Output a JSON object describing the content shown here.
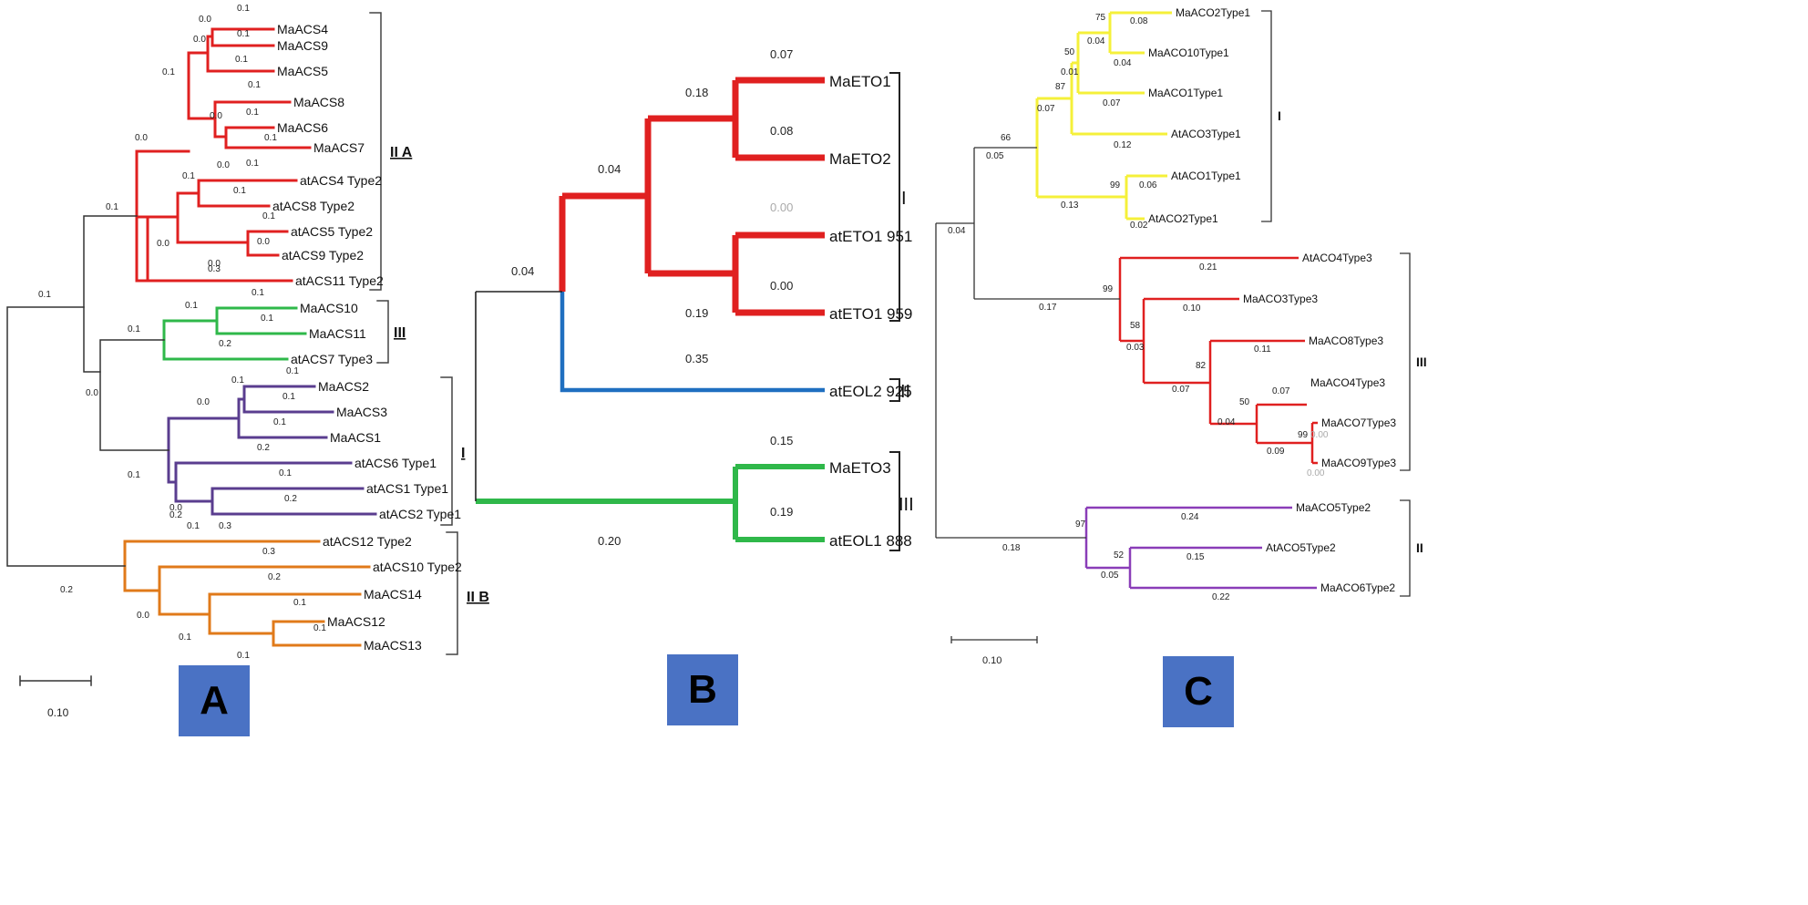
{
  "panels": {
    "A": {
      "badge": "A",
      "scale_label": "0.10",
      "leaves": {
        "MaACS4": "MaACS4",
        "MaACS9": "MaACS9",
        "MaACS5": "MaACS5",
        "MaACS8": "MaACS8",
        "MaACS6": "MaACS6",
        "MaACS7": "MaACS7",
        "atACS4": "atACS4 Type2",
        "atACS8": "atACS8 Type2",
        "atACS5": "atACS5 Type2",
        "atACS9": "atACS9 Type2",
        "atACS11": "atACS11 Type2",
        "MaACS10": "MaACS10",
        "MaACS11": "MaACS11",
        "atACS7": "atACS7 Type3",
        "MaACS2": "MaACS2",
        "MaACS3": "MaACS3",
        "MaACS1": "MaACS1",
        "atACS6": "atACS6 Type1",
        "atACS1": "atACS1 Type1",
        "atACS2": "atACS2 Type1",
        "atACS12": "atACS12 Type2",
        "atACS10": "atACS10 Type2",
        "MaACS14": "MaACS14",
        "MaACS12": "MaACS12",
        "MaACS13": "MaACS13"
      },
      "groups": {
        "IIA": "II A",
        "III": "III",
        "I": "I",
        "IIB": "II B"
      },
      "branch_labels": [
        "0.1",
        "0.0",
        "0.1",
        "0.0",
        "0.1",
        "0.1",
        "0.1",
        "0.0",
        "0.1",
        "0.1",
        "0.0",
        "0.1",
        "0.0",
        "0.1",
        "0.1",
        "0.0",
        "0.1",
        "0.1",
        "0.0",
        "0.0",
        "0.3",
        "0.1",
        "0.1",
        "0.1",
        "0.1",
        "0.1",
        "0.2",
        "0.1",
        "0.1",
        "0.0",
        "0.1",
        "0.0",
        "0.1",
        "0.1",
        "0.2",
        "0.1",
        "0.2",
        "0.0",
        "0.2",
        "0.1",
        "0.3",
        "0.2",
        "0.3",
        "0.2",
        "0.0",
        "0.1",
        "0.1",
        "0.1",
        "0.1",
        "0.1"
      ]
    },
    "B": {
      "badge": "B",
      "leaves": {
        "MaETO1": "MaETO1",
        "MaETO2": "MaETO2",
        "atETO1_951": "atETO1 951",
        "atETO1_959": "atETO1 959",
        "atEOL2": "atEOL2 925",
        "MaETO3": "MaETO3",
        "atEOL1": "atEOL1 888"
      },
      "groups": {
        "I": "I",
        "II": "II",
        "III": "III"
      },
      "branch_labels": [
        "0.07",
        "0.18",
        "0.08",
        "0.04",
        "0.00",
        "0.04",
        "0.00",
        "0.19",
        "0.35",
        "0.15",
        "0.19",
        "0.20"
      ]
    },
    "C": {
      "badge": "C",
      "scale_label": "0.10",
      "leaves": {
        "MaACO2": "MaACO2Type1",
        "MaACO10": "MaACO10Type1",
        "MaACO1": "MaACO1Type1",
        "AtACO3": "AtACO3Type1",
        "AtACO1": "AtACO1Type1",
        "AtACO2": "AtACO2Type1",
        "AtACO4": "AtACO4Type3",
        "MaACO3": "MaACO3Type3",
        "MaACO8": "MaACO8Type3",
        "MaACO4": "MaACO4Type3",
        "MaACO7": "MaACO7Type3",
        "MaACO9": "MaACO9Type3",
        "MaACO5": "MaACO5Type2",
        "AtACO5": "AtACO5Type2",
        "MaACO6": "MaACO6Type2"
      },
      "groups": {
        "I": "I",
        "III": "III",
        "II": "II"
      },
      "branch_labels": [
        "75",
        "0.08",
        "50",
        "0.04",
        "0.04",
        "0.01",
        "87",
        "0.07",
        "0.07",
        "66",
        "0.05",
        "0.12",
        "99",
        "0.06",
        "0.13",
        "0.02",
        "0.04",
        "0.21",
        "99",
        "0.17",
        "0.10",
        "58",
        "0.03",
        "0.11",
        "82",
        "0.07",
        "0.07",
        "50",
        "0.04",
        "99",
        "0.00",
        "0.09",
        "0.00",
        "97",
        "0.24",
        "0.18",
        "52",
        "0.15",
        "0.05",
        "0.22"
      ]
    }
  },
  "colors": {
    "red": "#e02020",
    "green": "#2fb84a",
    "purple": "#5a3d8f",
    "orange": "#e07a1a",
    "blue": "#1f6fc0",
    "yellow": "#f5f03a",
    "violet": "#8a3db8",
    "black": "#000000",
    "badge": "#4a72c4"
  }
}
